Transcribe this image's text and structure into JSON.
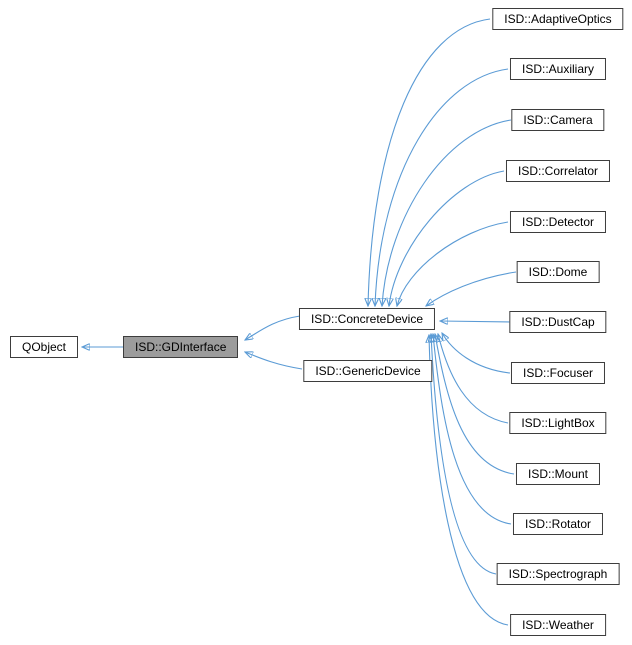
{
  "diagram": {
    "kind": "class-inheritance-graph",
    "relation": "inherits-from (arrow points from derived class to base class)",
    "nodes": {
      "qobject": {
        "label": "QObject"
      },
      "gdinterface": {
        "label": "ISD::GDInterface",
        "highlighted": true,
        "highlight_meaning": "current class"
      },
      "concrete_device": {
        "label": "ISD::ConcreteDevice"
      },
      "generic_device": {
        "label": "ISD::GenericDevice"
      },
      "derived": [
        {
          "label": "ISD::AdaptiveOptics"
        },
        {
          "label": "ISD::Auxiliary"
        },
        {
          "label": "ISD::Camera"
        },
        {
          "label": "ISD::Correlator"
        },
        {
          "label": "ISD::Detector"
        },
        {
          "label": "ISD::Dome"
        },
        {
          "label": "ISD::DustCap"
        },
        {
          "label": "ISD::Focuser"
        },
        {
          "label": "ISD::LightBox"
        },
        {
          "label": "ISD::Mount"
        },
        {
          "label": "ISD::Rotator"
        },
        {
          "label": "ISD::Spectrograph"
        },
        {
          "label": "ISD::Weather"
        }
      ]
    },
    "edges": [
      {
        "from": "ISD::GDInterface",
        "to": "QObject"
      },
      {
        "from": "ISD::ConcreteDevice",
        "to": "ISD::GDInterface"
      },
      {
        "from": "ISD::GenericDevice",
        "to": "ISD::GDInterface"
      },
      {
        "from": "ISD::AdaptiveOptics",
        "to": "ISD::ConcreteDevice"
      },
      {
        "from": "ISD::Auxiliary",
        "to": "ISD::ConcreteDevice"
      },
      {
        "from": "ISD::Camera",
        "to": "ISD::ConcreteDevice"
      },
      {
        "from": "ISD::Correlator",
        "to": "ISD::ConcreteDevice"
      },
      {
        "from": "ISD::Detector",
        "to": "ISD::ConcreteDevice"
      },
      {
        "from": "ISD::Dome",
        "to": "ISD::ConcreteDevice"
      },
      {
        "from": "ISD::DustCap",
        "to": "ISD::ConcreteDevice"
      },
      {
        "from": "ISD::Focuser",
        "to": "ISD::ConcreteDevice"
      },
      {
        "from": "ISD::LightBox",
        "to": "ISD::ConcreteDevice"
      },
      {
        "from": "ISD::Mount",
        "to": "ISD::ConcreteDevice"
      },
      {
        "from": "ISD::Rotator",
        "to": "ISD::ConcreteDevice"
      },
      {
        "from": "ISD::Spectrograph",
        "to": "ISD::ConcreteDevice"
      },
      {
        "from": "ISD::Weather",
        "to": "ISD::ConcreteDevice"
      }
    ],
    "colors": {
      "edge": "#5b9bd5",
      "node_fill": "#ffffff",
      "node_border": "#3d3d3d",
      "current_node_fill": "#9c9c9c",
      "text": "#000000",
      "background": "#ffffff"
    }
  }
}
